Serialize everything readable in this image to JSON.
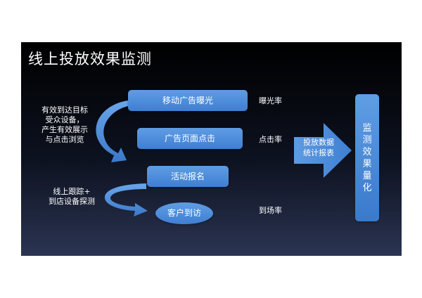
{
  "slide": {
    "title": "线上投放效果监测",
    "steps": [
      {
        "label": "移动广告曝光",
        "rate": "曝光率"
      },
      {
        "label": "广告页面点击",
        "rate": "点击率"
      },
      {
        "label": "活动报名",
        "rate": ""
      },
      {
        "label": "客户到访",
        "rate": "到场率"
      }
    ],
    "notes": [
      {
        "lines": [
          "有效到达目标",
          "受众设备，",
          "产生有效展示",
          "与点击浏览"
        ]
      },
      {
        "lines": [
          "线上跟踪+",
          "到店设备探测"
        ]
      }
    ],
    "arrow_label": [
      "投放数据",
      "统计报表"
    ],
    "result_label": "监测效果量化",
    "colors": {
      "box_blue": "#4a8ad9",
      "background": "#0b0f1a"
    }
  }
}
